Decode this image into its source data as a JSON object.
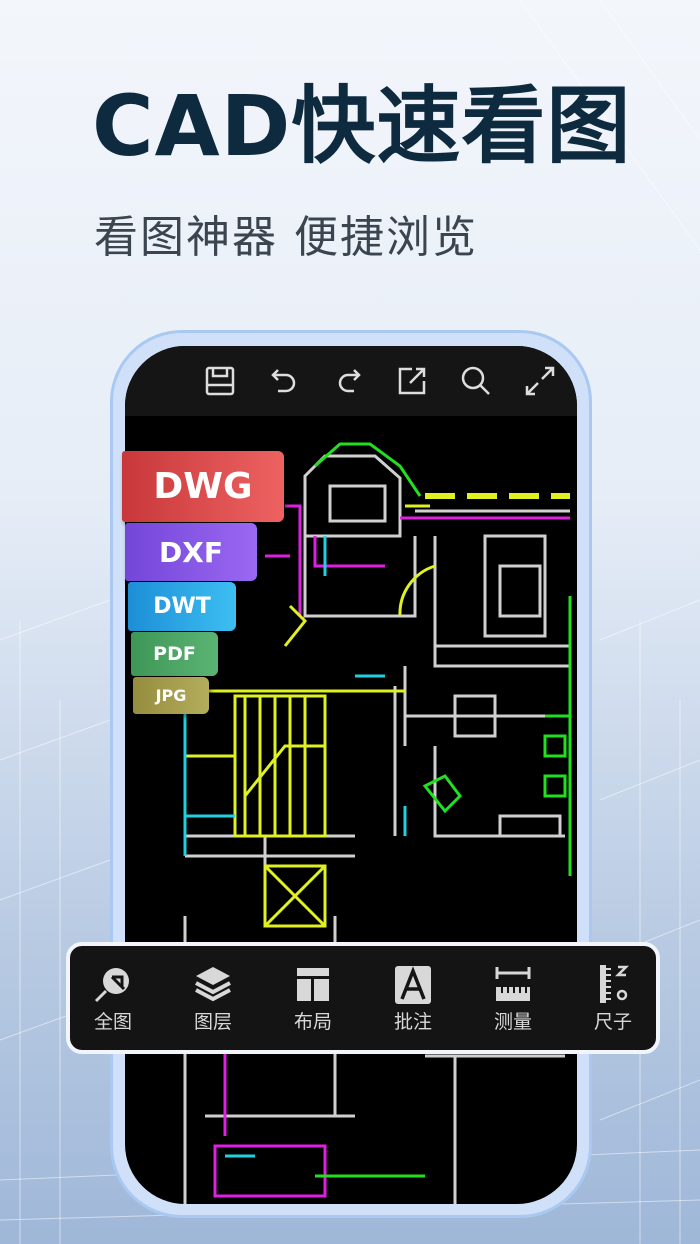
{
  "headline": "CAD快速看图",
  "subheadline": "看图神器 便捷浏览",
  "toolbar": {
    "icons": [
      "save-icon",
      "undo-icon",
      "redo-icon",
      "share-icon",
      "search-icon",
      "fullscreen-icon"
    ]
  },
  "formats": [
    "DWG",
    "DXF",
    "DWT",
    "PDF",
    "JPG"
  ],
  "format_colors": [
    "#e04848",
    "#8a56e6",
    "#2aa8e6",
    "#4ea865",
    "#a8a04e"
  ],
  "bottom_bar": [
    {
      "label": "全图",
      "icon": "full-view-icon"
    },
    {
      "label": "图层",
      "icon": "layers-icon"
    },
    {
      "label": "布局",
      "icon": "layout-icon"
    },
    {
      "label": "批注",
      "icon": "annotate-icon"
    },
    {
      "label": "测量",
      "icon": "measure-icon"
    },
    {
      "label": "尺子",
      "icon": "ruler-icon"
    }
  ]
}
